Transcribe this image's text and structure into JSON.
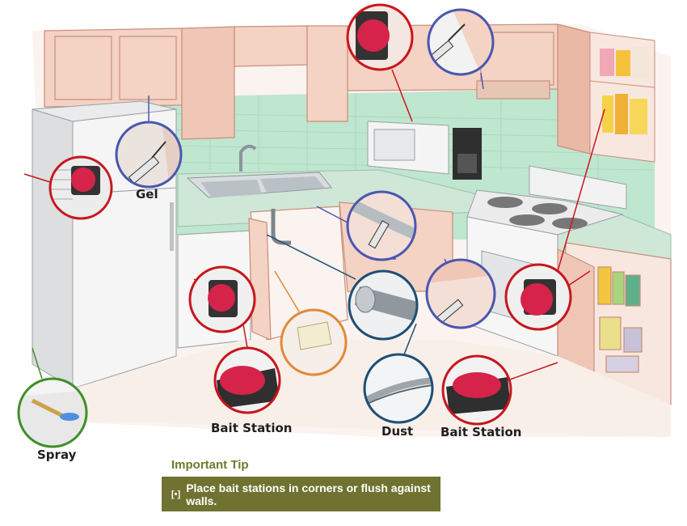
{
  "labels": {
    "gel": "Gel",
    "spray": "Spray",
    "bait_station_1": "Bait Station",
    "dust": "Dust",
    "bait_station_2": "Bait Station"
  },
  "tip": {
    "title": "Important Tip",
    "bullet": "[•]",
    "text": "Place bait stations in corners or flush against walls."
  },
  "colors": {
    "callout_red": "#c8161d",
    "callout_blue": "#4a57b0",
    "callout_green": "#3f8f2a",
    "callout_orange": "#e08a3a",
    "callout_teal": "#1d4f76",
    "bait_red": "#d6234a",
    "cabinet": "#f4d2c4",
    "tile": "#bfe6cf",
    "counter": "#cfe7d6",
    "tip_bg": "#6f7230",
    "tip_title": "#6f7a2b"
  }
}
